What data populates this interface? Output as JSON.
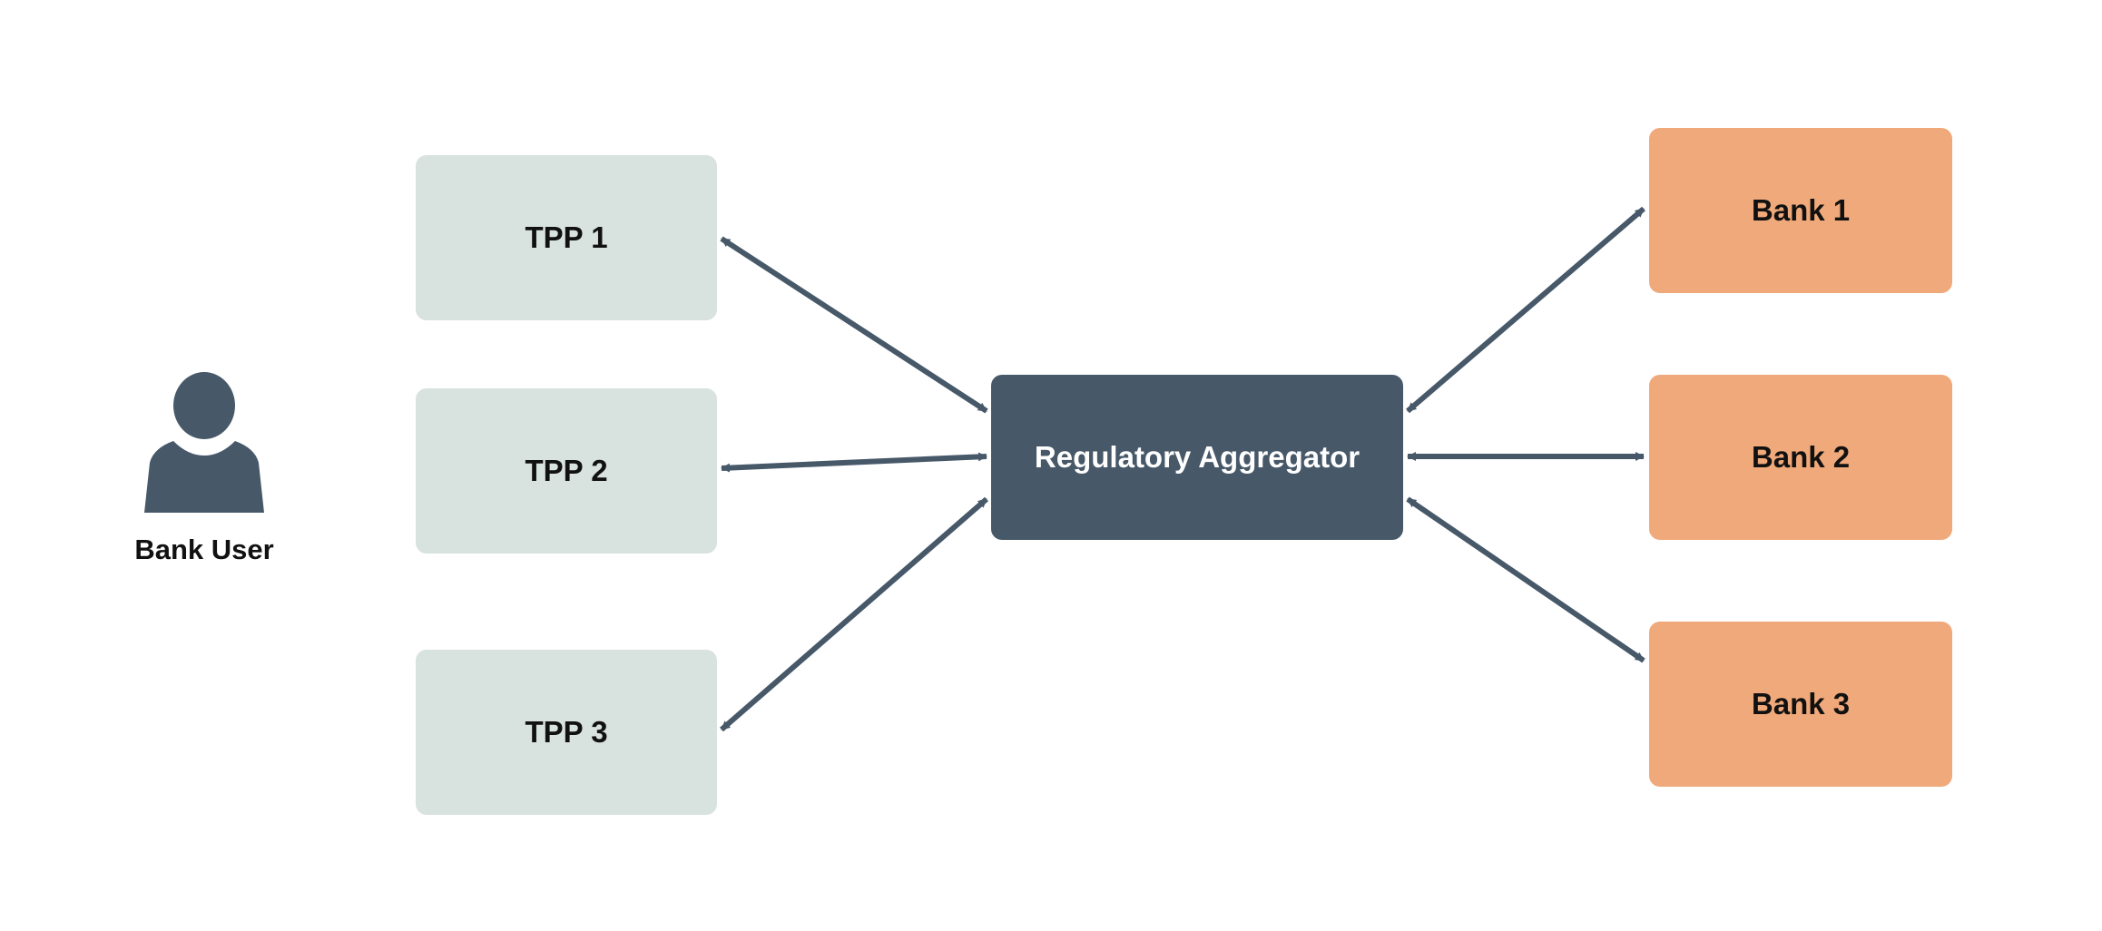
{
  "colors": {
    "tpp_fill": "#d8e2de",
    "tpp_text": "#111111",
    "bank_fill": "#f0a97a",
    "bank_text": "#111111",
    "aggregator_fill": "#475869",
    "aggregator_text": "#ffffff",
    "connector": "#475869",
    "user_icon": "#475869",
    "user_text": "#111111"
  },
  "user": {
    "label": "Bank User",
    "icon": "person-icon"
  },
  "tpps": [
    {
      "id": "tpp-1",
      "label": "TPP 1"
    },
    {
      "id": "tpp-2",
      "label": "TPP 2"
    },
    {
      "id": "tpp-3",
      "label": "TPP 3"
    }
  ],
  "aggregator": {
    "label": "Regulatory Aggregator"
  },
  "banks": [
    {
      "id": "bank-1",
      "label": "Bank 1"
    },
    {
      "id": "bank-2",
      "label": "Bank 2"
    },
    {
      "id": "bank-3",
      "label": "Bank 3"
    }
  ],
  "connections": [
    {
      "from": "tpp-1",
      "to": "aggregator",
      "direction": "bidirectional"
    },
    {
      "from": "tpp-2",
      "to": "aggregator",
      "direction": "bidirectional"
    },
    {
      "from": "tpp-3",
      "to": "aggregator",
      "direction": "bidirectional"
    },
    {
      "from": "aggregator",
      "to": "bank-1",
      "direction": "bidirectional"
    },
    {
      "from": "aggregator",
      "to": "bank-2",
      "direction": "bidirectional"
    },
    {
      "from": "aggregator",
      "to": "bank-3",
      "direction": "bidirectional"
    }
  ]
}
